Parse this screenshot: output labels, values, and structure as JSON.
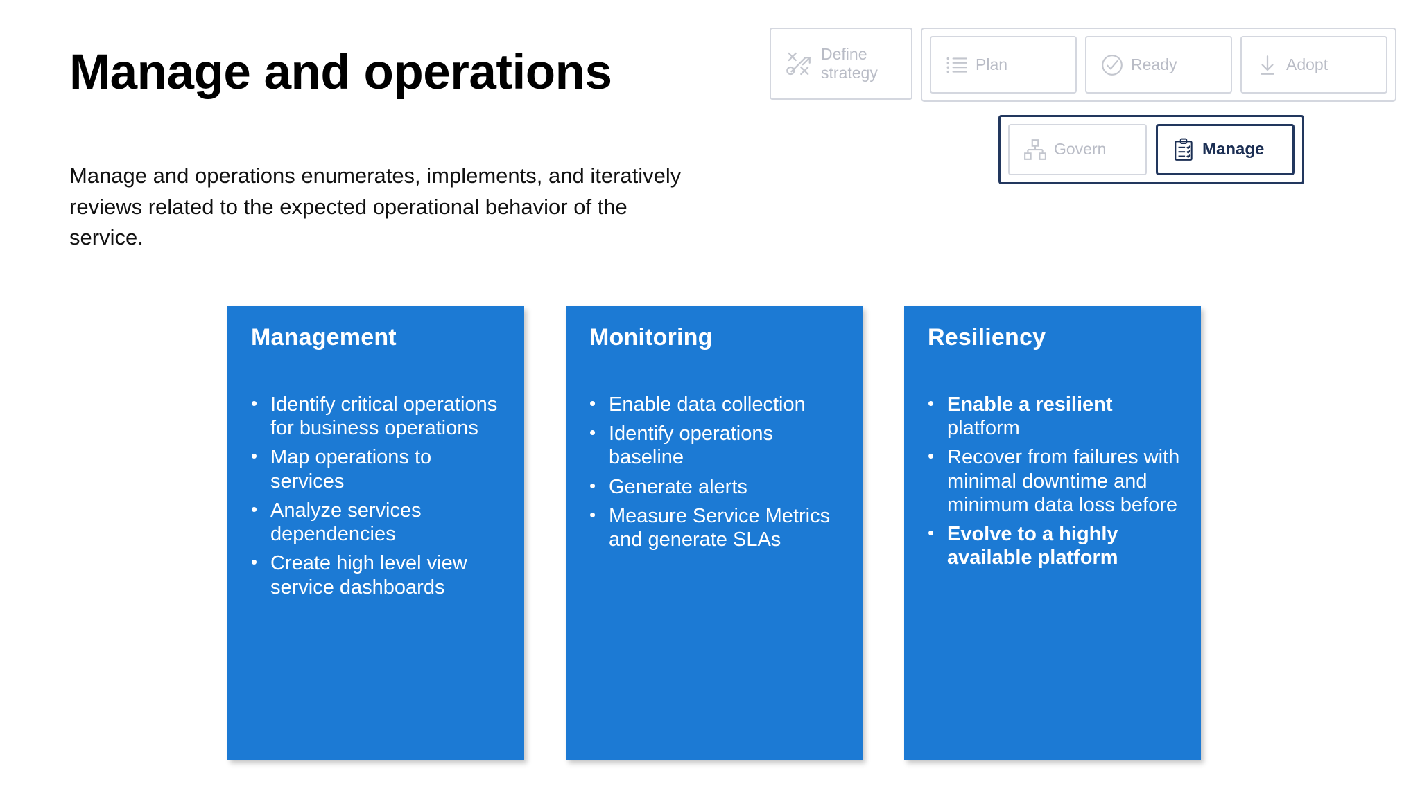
{
  "page": {
    "title": "Manage and operations",
    "subtitle": "Manage and operations enumerates, implements, and iteratively reviews related to the expected operational behavior of the service."
  },
  "colors": {
    "card_blue": "#1c7ad4",
    "nav_active_navy": "#22375e",
    "nav_inactive_gray": "#b9bcc6",
    "nav_border_gray": "#d4d7df",
    "text_black": "#000000",
    "text_white": "#ffffff"
  },
  "nav": {
    "top_row": [
      {
        "label": "Define\nstrategy",
        "icon": "strategy-icon",
        "active": false
      },
      {
        "label": "Plan",
        "icon": "list-icon",
        "active": false
      },
      {
        "label": "Ready",
        "icon": "check-circle-icon",
        "active": false
      },
      {
        "label": "Adopt",
        "icon": "download-arrow-icon",
        "active": false
      }
    ],
    "bottom_row": [
      {
        "label": "Govern",
        "icon": "hierarchy-icon",
        "active": false
      },
      {
        "label": "Manage",
        "icon": "clipboard-check-icon",
        "active": true
      }
    ]
  },
  "cards": [
    {
      "title": "Management",
      "items": [
        {
          "text": "Identify critical operations for business operations",
          "bold": false
        },
        {
          "text": "Map operations to services",
          "bold": false
        },
        {
          "text": "Analyze services dependencies",
          "bold": false
        },
        {
          "text": "Create high level view service dashboards",
          "bold": false
        }
      ]
    },
    {
      "title": "Monitoring",
      "items": [
        {
          "text": "Enable data collection",
          "bold": false
        },
        {
          "text": "Identify operations baseline",
          "bold": false
        },
        {
          "text": "Generate alerts",
          "bold": false
        },
        {
          "text": "Measure Service Metrics and generate SLAs",
          "bold": false
        }
      ]
    },
    {
      "title": "Resiliency",
      "items": [
        {
          "bold_prefix": "Enable a resilient",
          "text": " platform"
        },
        {
          "text": "Recover from failures with minimal downtime and minimum data loss before",
          "bold": false
        },
        {
          "bold_prefix": "Evolve to a highly available platform",
          "text": ""
        }
      ]
    }
  ]
}
